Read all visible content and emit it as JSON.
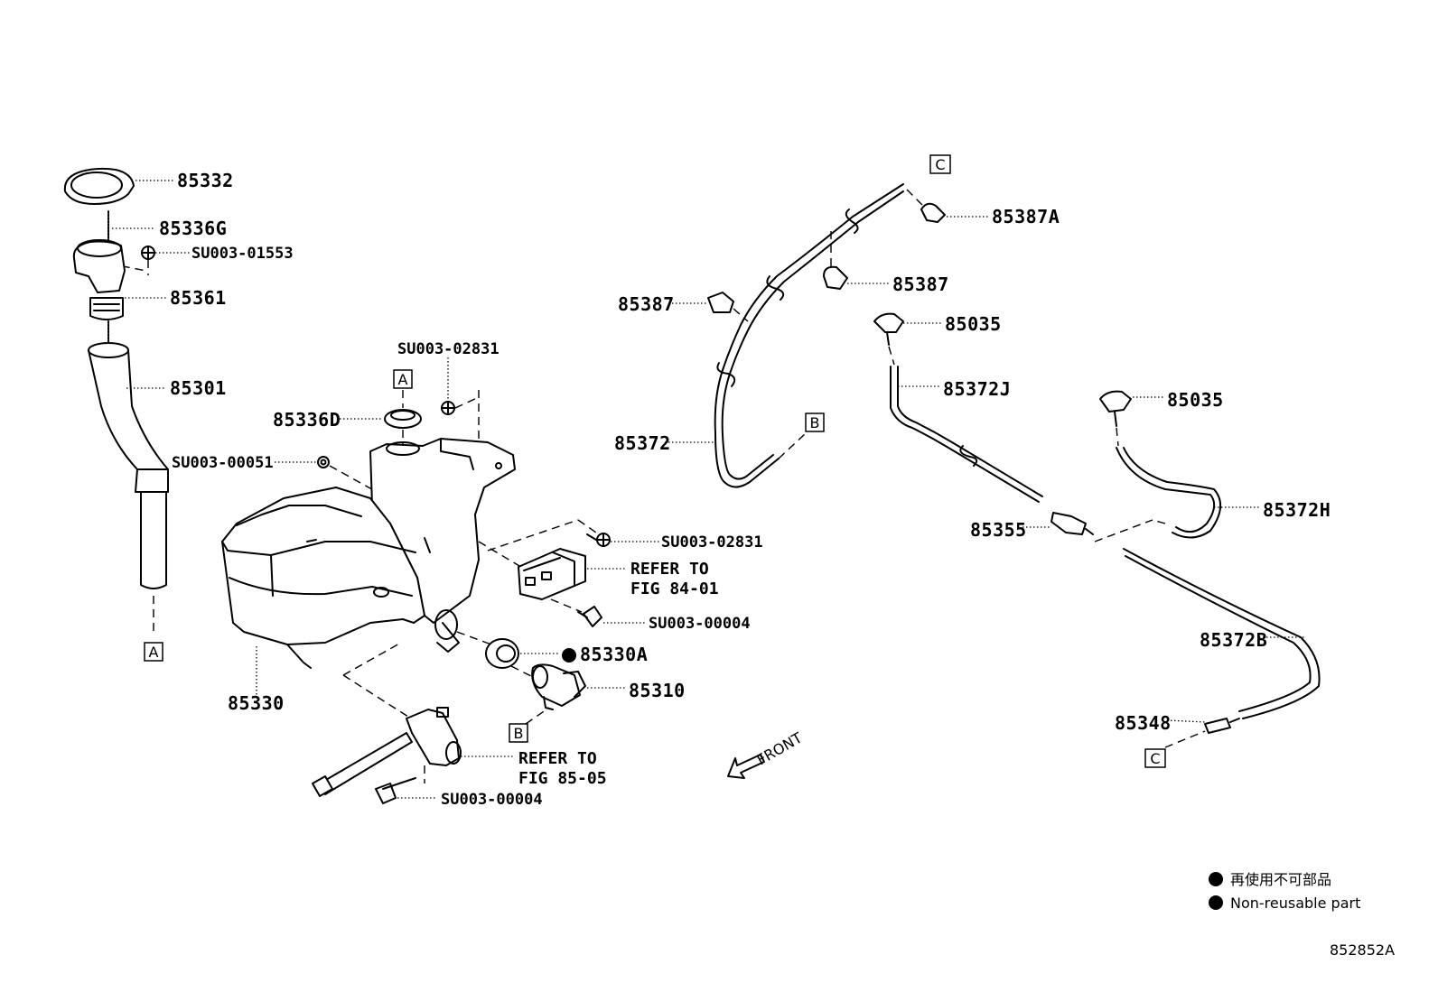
{
  "labels": {
    "p85332": "85332",
    "p85336G": "85336G",
    "su01553": "SU003-01553",
    "p85361": "85361",
    "p85301": "85301",
    "su02831a": "SU003-02831",
    "p85336D": "85336D",
    "su00051": "SU003-00051",
    "su02831b": "SU003-02831",
    "refer1a": "REFER TO",
    "refer1b": "FIG 84-01",
    "su00004a": "SU003-00004",
    "p85330A": "85330A",
    "p85310": "85310",
    "p85330": "85330",
    "refer2a": "REFER TO",
    "refer2b": "FIG 85-05",
    "su00004b": "SU003-00004",
    "front": "FRONT",
    "p85387A": "85387A",
    "p85387a": "85387",
    "p85387b": "85387",
    "p85035a": "85035",
    "p85372J": "85372J",
    "p85372": "85372",
    "p85035b": "85035",
    "p85372H": "85372H",
    "p85355": "85355",
    "p85372B": "85372B",
    "p85348": "85348"
  },
  "connectors": {
    "A1": "A",
    "A2": "A",
    "B1": "B",
    "B2": "B",
    "C1": "C",
    "C2": "C"
  },
  "legend": {
    "line1": "再使用不可部品",
    "line2": "Non-reusable part"
  },
  "figure_code": "852852A"
}
